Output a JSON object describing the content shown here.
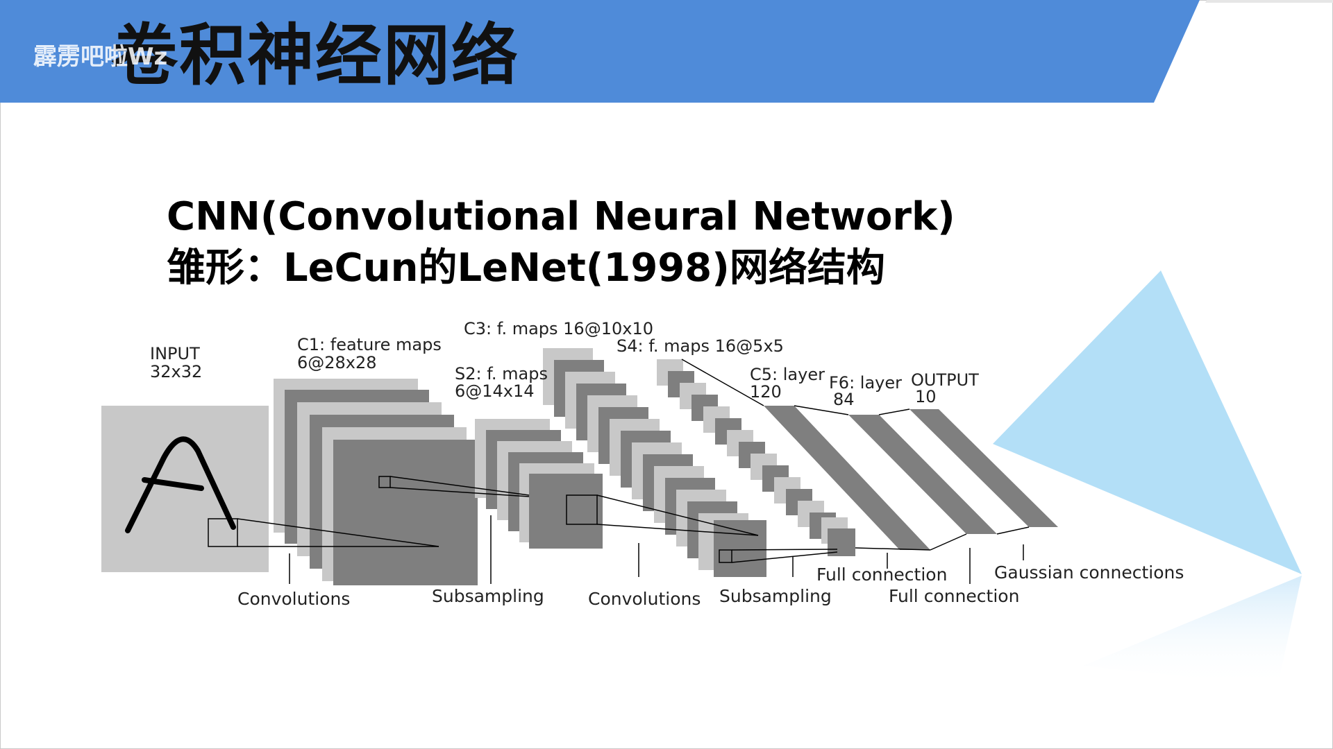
{
  "slide": {
    "title": "卷积神经网络",
    "watermark": "霹雳吧啦Wz",
    "subtitle_line1": "CNN(Convolutional Neural Network)",
    "subtitle_line2": "雏形：LeCun的LeNet(1998)网络结构"
  },
  "colors": {
    "banner": "#4f8bd9",
    "accent_triangle": "#b3dff7",
    "map_light": "#c8c8c8",
    "map_dark": "#7f7f7f"
  },
  "diagram": {
    "layers": [
      {
        "name": "INPUT",
        "size": "32x32"
      },
      {
        "name": "C1: feature maps",
        "size": "6@28x28"
      },
      {
        "name": "S2: f. maps",
        "size": "6@14x14"
      },
      {
        "name": "C3: f. maps 16@10x10",
        "size": ""
      },
      {
        "name": "S4: f. maps 16@5x5",
        "size": ""
      },
      {
        "name": "C5: layer",
        "size": "120"
      },
      {
        "name": "F6: layer",
        "size": "84"
      },
      {
        "name": "OUTPUT",
        "size": "10"
      }
    ],
    "operations": [
      "Convolutions",
      "Subsampling",
      "Convolutions",
      "Subsampling",
      "Full connection",
      "Full connection",
      "Gaussian connections"
    ]
  }
}
